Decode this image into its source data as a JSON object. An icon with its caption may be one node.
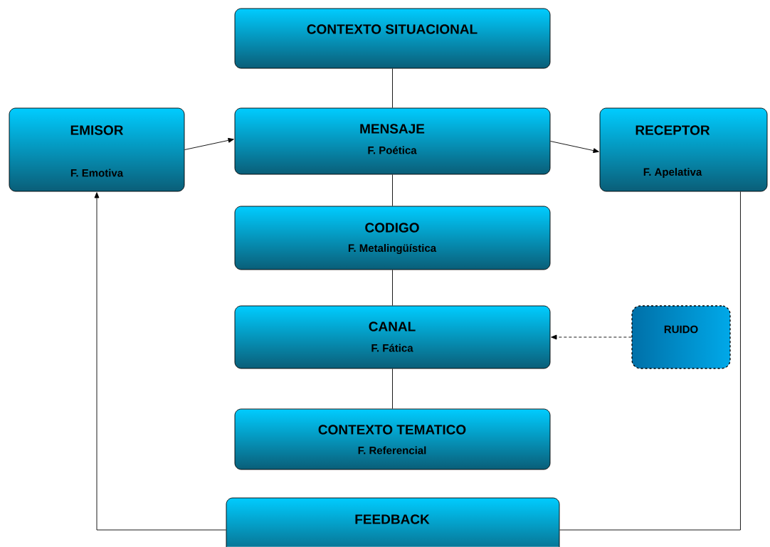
{
  "diagram": {
    "nodes": [
      {
        "text": [
          "CONTEXTO SITUACIONAL"
        ]
      },
      {
        "text": [
          "EMISOR",
          "F. Emotiva"
        ]
      },
      {
        "text": [
          "MENSAJE",
          "F. Poética"
        ]
      },
      {
        "text": [
          "RECEPTOR",
          "F. Apelativa"
        ]
      },
      {
        "text": [
          "CODIGO",
          "F. Metalingüística"
        ]
      },
      {
        "text": [
          "CANAL",
          "F. Fática"
        ]
      },
      {
        "text": [
          "RUIDO"
        ]
      },
      {
        "text": [
          "CONTEXTO TEMATICO",
          "F. Referencial"
        ]
      },
      {
        "text": [
          "FEEDBACK"
        ]
      }
    ],
    "edges": [
      {
        "from": 0,
        "to": 2,
        "arrow": "none"
      },
      {
        "from": 1,
        "to": 2,
        "arrow": "to"
      },
      {
        "from": 2,
        "to": 3,
        "arrow": "to"
      },
      {
        "from": 2,
        "to": 4,
        "arrow": "none"
      },
      {
        "from": 4,
        "to": 5,
        "arrow": "none"
      },
      {
        "from": 6,
        "to": 5,
        "arrow": "to",
        "style": "dashed"
      },
      {
        "from": 5,
        "to": 7,
        "arrow": "none"
      },
      {
        "from": 3,
        "to": 8,
        "arrow": "none"
      },
      {
        "from": 8,
        "to": 1,
        "arrow": "to"
      }
    ]
  }
}
